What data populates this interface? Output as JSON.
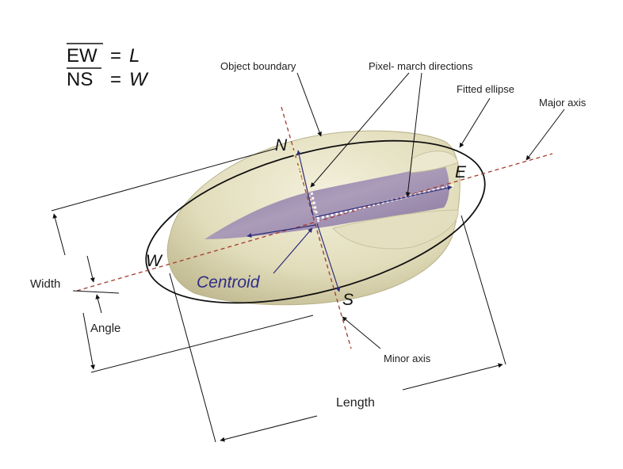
{
  "formulas": {
    "length": {
      "segment": "EW",
      "equals": "=",
      "symbol": "L"
    },
    "width": {
      "segment": "NS",
      "equals": "=",
      "symbol": "W"
    }
  },
  "labels": {
    "object_boundary": "Object boundary",
    "pixel_march": "Pixel- march directions",
    "fitted_ellipse": "Fitted ellipse",
    "major_axis": "Major axis",
    "minor_axis": "Minor axis",
    "width": "Width",
    "angle": "Angle",
    "length": "Length",
    "centroid": "Centroid"
  },
  "cardinals": {
    "north": "N",
    "south": "S",
    "east": "E",
    "west": "W"
  },
  "colors": {
    "axis_line": "#a33a2a",
    "arrow": "#2d2d7a",
    "centroid_text": "#2e2e86",
    "shell_fill": "#e6e2c3",
    "shell_shadow": "#c8c39c",
    "kernel_fill": "#8e7aa6",
    "march_dots": "#ffffff",
    "boundary_dots": "#f4e7a8",
    "ellipse_stroke": "#111111"
  },
  "icons": [
    "pistachio-nut-image"
  ]
}
